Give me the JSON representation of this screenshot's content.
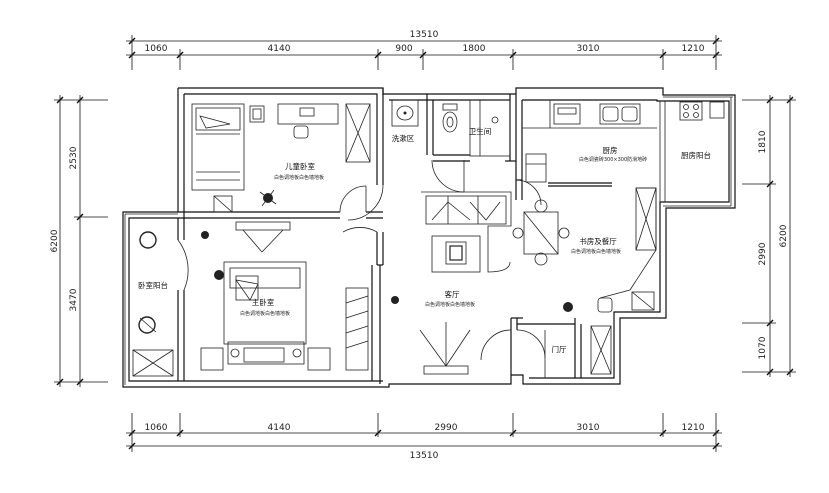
{
  "dimensions": {
    "top_total": "13510",
    "top_segments": [
      "1060",
      "4140",
      "900",
      "1800",
      "3010",
      "1210"
    ],
    "bottom_total": "13510",
    "bottom_segments": [
      "1060",
      "4140",
      "2990",
      "3010",
      "1210"
    ],
    "left_total": "6200",
    "left_segments": [
      "2530",
      "3470"
    ],
    "right_total": "6200",
    "right_segments": [
      "1810",
      "2990",
      "1070"
    ]
  },
  "rooms": {
    "kids_bedroom": {
      "label": "儿童卧室",
      "note": "白色调地板白色墙地板"
    },
    "wash_area": {
      "label": "洗漱区"
    },
    "bathroom": {
      "label": "卫生间"
    },
    "kitchen": {
      "label": "厨房",
      "note": "白色调瓷砖300×300防滑地砖"
    },
    "kitchen_balcony": {
      "label": "厨房阳台"
    },
    "study_dining": {
      "label": "书房及餐厅",
      "note": "白色调地板白色墙地板"
    },
    "master_bedroom": {
      "label": "主卧室",
      "note": "白色调地板白色墙地板"
    },
    "bedroom_balcony": {
      "label": "卧室阳台"
    },
    "living_room": {
      "label": "客厅",
      "note": "白色调地板白色墙地板"
    },
    "entrance": {
      "label": "门厅"
    }
  },
  "icons": [
    "bed-icon",
    "plant-icon",
    "sink-icon",
    "toilet-icon",
    "stove-icon",
    "dining-table-icon",
    "sofa-icon",
    "tv-icon",
    "wardrobe-icon",
    "door-swing-icon"
  ]
}
